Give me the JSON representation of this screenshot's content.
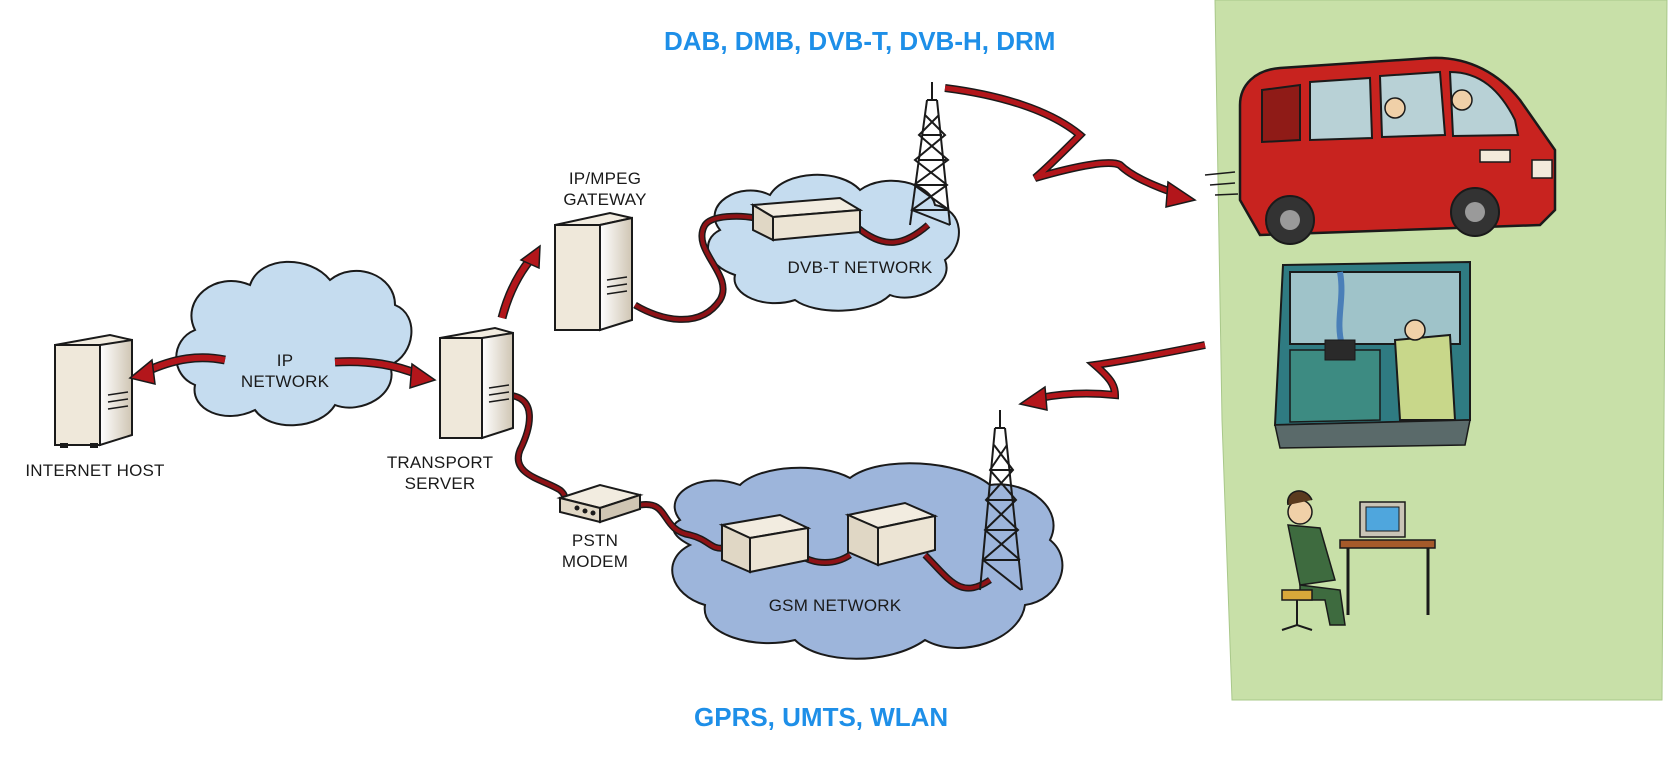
{
  "labels": {
    "broadcast_tech": "DAB, DMB, DVB-T, DVB-H, DRM",
    "mobile_tech": "GPRS, UMTS, WLAN",
    "ip_network_line1": "IP",
    "ip_network_line2": "NETWORK",
    "internet_host": "INTERNET HOST",
    "transport_server_line1": "TRANSPORT",
    "transport_server_line2": "SERVER",
    "gateway_line1": "IP/MPEG",
    "gateway_line2": "GATEWAY",
    "dvbt_network": "DVB-T NETWORK",
    "pstn_modem_line1": "PSTN",
    "pstn_modem_line2": "MODEM",
    "gsm_network": "GSM NETWORK"
  },
  "colors": {
    "accent_text": "#1e8fe8",
    "arrow_red": "#b3161b",
    "cable_red": "#8e1216",
    "cloud_light": "#c5dcef",
    "cloud_dark": "#9db5db",
    "panel_green": "#c8e0a8",
    "device_beige": "#e8e0d0"
  },
  "icons": [
    "server-icon",
    "cloud-icon",
    "modem-icon",
    "tower-icon",
    "van-icon",
    "train-passenger-icon",
    "desktop-user-icon"
  ]
}
